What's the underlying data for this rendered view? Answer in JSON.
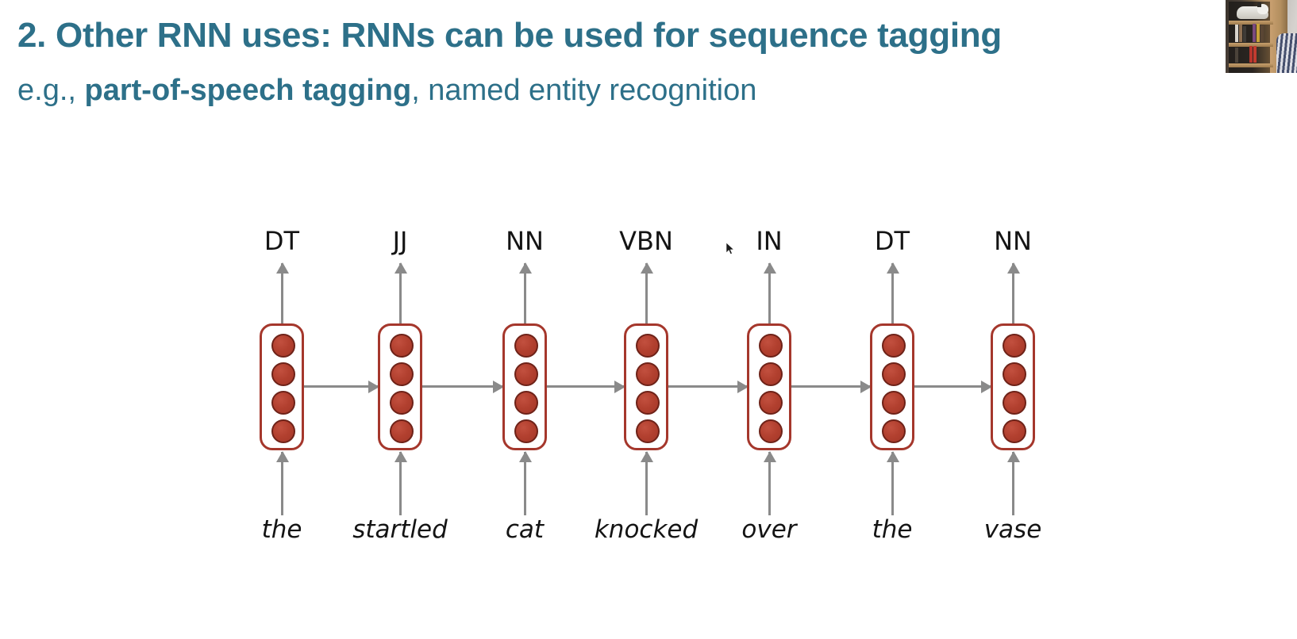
{
  "slide": {
    "title": "2. Other RNN uses: RNNs can be used for sequence tagging",
    "subtitle_prefix": "e.g., ",
    "subtitle_bold": "part-of-speech tagging",
    "subtitle_suffix": ", named entity recognition",
    "title_color": "#2d7089",
    "background_color": "#ffffff"
  },
  "diagram": {
    "type": "rnn-sequence-tagger",
    "neurons_per_cell": 4,
    "cell_border_color": "#a5372c",
    "neuron_color": "#b2402f",
    "arrow_color": "#8a8a8a",
    "timesteps": [
      {
        "tag": "DT",
        "word": "the"
      },
      {
        "tag": "JJ",
        "word": "startled"
      },
      {
        "tag": "NN",
        "word": "cat"
      },
      {
        "tag": "VBN",
        "word": "knocked"
      },
      {
        "tag": "IN",
        "word": "over"
      },
      {
        "tag": "DT",
        "word": "the"
      },
      {
        "tag": "NN",
        "word": "vase"
      }
    ]
  },
  "webcam": {
    "label": "presenter-webcam-thumbnail"
  },
  "cursor": {
    "label": "mouse-pointer"
  }
}
